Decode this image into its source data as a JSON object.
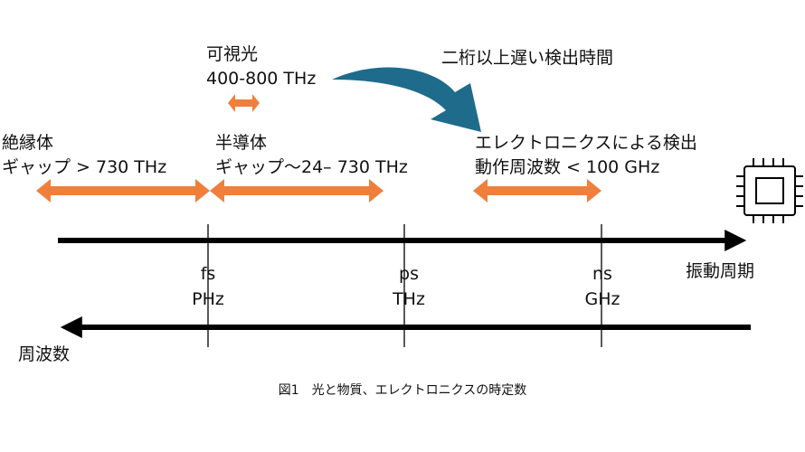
{
  "colors": {
    "orange_arrow": "#f07f3c",
    "blue_curved_arrow": "#1f6b8c",
    "axis_line": "#000000",
    "text": "#111111"
  },
  "visible_light": {
    "title": "可視光",
    "range": "400-800 THz"
  },
  "insulator": {
    "title": "絶縁体",
    "gap": "ギャップ > 730 THz"
  },
  "semiconductor": {
    "title": "半導体",
    "gap": "ギャップ～24– 730 THz"
  },
  "electronics": {
    "title": "エレクトロニクスによる検出",
    "freq": "動作周波数 < 100 GHz"
  },
  "blue_arrow_note": "二桁以上遅い検出時間",
  "top_axis_label": "振動周期",
  "bottom_axis_label": "周波数",
  "ticks": [
    {
      "period": "fs",
      "freq": "PHz"
    },
    {
      "period": "ps",
      "freq": "THz"
    },
    {
      "period": "ns",
      "freq": "GHz"
    }
  ],
  "icon": "cpu-chip-icon",
  "caption": "図1　光と物質、エレクトロニクスの時定数"
}
